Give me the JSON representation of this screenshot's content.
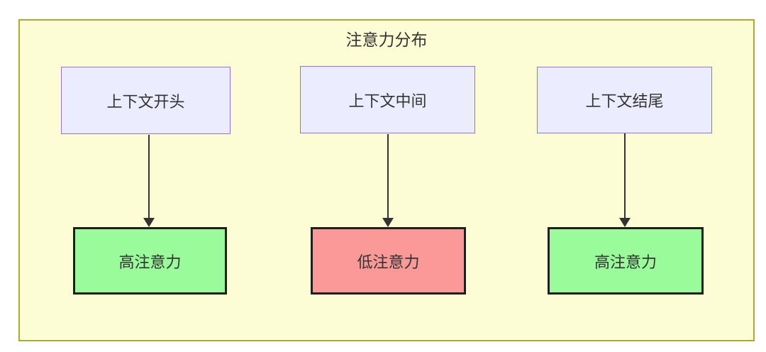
{
  "diagram": {
    "title": "注意力分布",
    "columns": [
      {
        "source": "上下文开头",
        "target": "高注意力",
        "target_level": "high"
      },
      {
        "source": "上下文中间",
        "target": "低注意力",
        "target_level": "low"
      },
      {
        "source": "上下文结尾",
        "target": "高注意力",
        "target_level": "high"
      }
    ],
    "colors": {
      "container_fill": "#fdfdd5",
      "container_border": "#aaaa33",
      "source_fill": "#ececff",
      "source_border": "#9370db",
      "high_fill": "#99fb99",
      "low_fill": "#fb9898",
      "node_border": "#1f1f1f",
      "edge_color": "#333333",
      "text": "#333333"
    }
  }
}
